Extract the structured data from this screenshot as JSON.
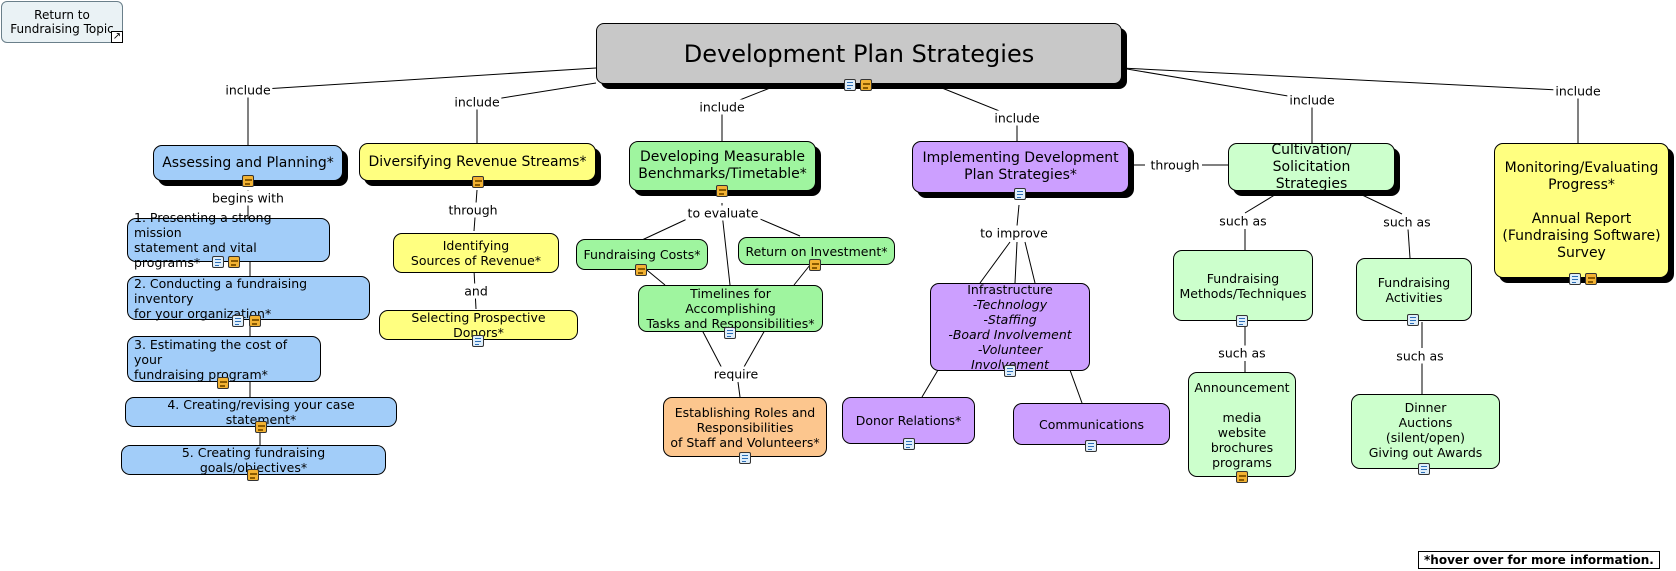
{
  "return_button": {
    "label": "Return to\nFundraising Topic"
  },
  "footer": {
    "label": "*hover over for more information."
  },
  "colors": {
    "blue": "#a2cdf9",
    "yellow": "#ffff80",
    "green": "#9ff59f",
    "orange": "#fcc68e",
    "purple": "#cc9fff",
    "lightgreen": "#ccffcc",
    "gray": "#c8c8c8"
  },
  "nodes": {
    "root": "Development Plan Strategies",
    "assessing": "Assessing and Planning*",
    "diversifying": "Diversifying Revenue Streams*",
    "measurable": "Developing Measurable\nBenchmarks/Timetable*",
    "implementing": "Implementing Development\nPlan Strategies*",
    "cultivation": "Cultivation/\nSolicitation Strategies",
    "monitoring": "Monitoring/Evaluating\nProgress*\n\nAnnual Report\n(Fundraising Software)\nSurvey",
    "step1": "1. Presenting a strong mission\nstatement and vital programs*",
    "step2": "2. Conducting a fundraising inventory\nfor your organization*",
    "step3": "3. Estimating the cost of your\nfundraising program*",
    "step4": "4. Creating/revising your case statement*",
    "step5": "5. Creating fundraising goals/objectives*",
    "identifying": "Identifying\nSources of Revenue*",
    "selecting": "Selecting Prospective Donors*",
    "fund_costs": "Fundraising Costs*",
    "roi": "Return on Investment*",
    "timelines": "Timelines for Accomplishing\nTasks and Responsibilities*",
    "roles": "Establishing Roles and\nResponsibilities\nof Staff and Volunteers*",
    "infra_title": "Infrastructure",
    "infra_items": [
      "-Technology",
      "-Staffing",
      "-Board Involvement",
      "-Volunteer Involvement"
    ],
    "donor_rel": "Donor Relations*",
    "communications": "Communications",
    "fr_methods": "Fundraising\nMethods/Techniques",
    "fr_activities": "Fundraising\nActivities",
    "announcement": "Announcement\n\nmedia\nwebsite\nbrochures\nprograms",
    "dinner": "Dinner\nAuctions (silent/open)\nGiving out Awards"
  },
  "link_labels": {
    "include": "include",
    "begins_with": "begins with",
    "through": "through",
    "and": "and",
    "to_evaluate": "to evaluate",
    "require": "require",
    "to_improve": "to improve",
    "such_as": "such as"
  },
  "icons": {
    "doc": "document-icon",
    "note": "notes-icon",
    "link": "external-link-icon"
  }
}
